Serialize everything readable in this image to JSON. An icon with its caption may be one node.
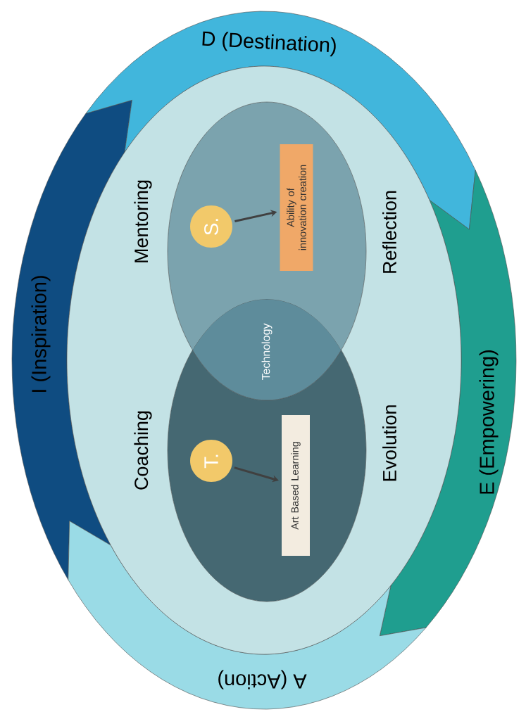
{
  "diagram": {
    "nodes": [
      {
        "text": [
          "I (Inspiration)"
        ]
      },
      {
        "text": [
          "D (Destination)"
        ]
      },
      {
        "text": [
          "E (Empowering)"
        ]
      },
      {
        "text": [
          "A (Action)"
        ]
      },
      {
        "text": [
          "Coaching",
          "Mentoring",
          "Evolution",
          "Reflection"
        ]
      },
      {
        "text": [],
        "shape": "ellipse",
        "in": 4
      },
      {
        "text": [
          "S."
        ],
        "in": 5
      },
      {
        "text": [
          "Ability of innovation creation"
        ],
        "in": 5
      },
      {
        "text": [],
        "shape": "ellipse",
        "in": 4
      },
      {
        "text": [
          "T."
        ],
        "in": 8
      },
      {
        "text": [
          "Art Based Learning"
        ],
        "in": 8
      }
    ],
    "edges": [
      {
        "from": 6,
        "to": 7,
        "arrow": "to"
      },
      {
        "from": 9,
        "to": 10,
        "arrow": "to"
      }
    ],
    "labels": [
      "Technology"
    ]
  }
}
